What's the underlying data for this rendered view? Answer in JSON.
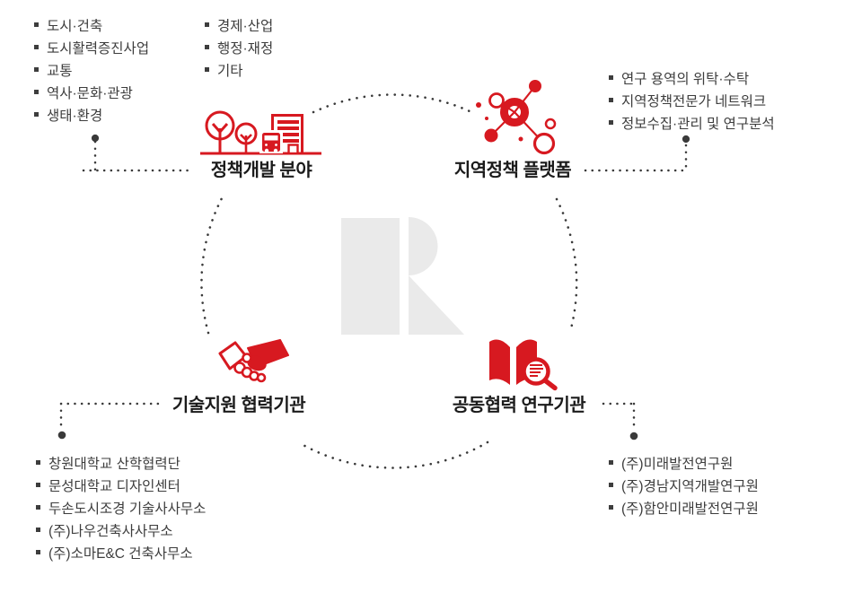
{
  "colors": {
    "accent_red": "#d71920",
    "watermark_gray": "#eaeaea",
    "list_text": "#3d3d3d",
    "heading_text": "#1b1b1b",
    "dotted_line": "#3a3a3a"
  },
  "watermark_letter": "R",
  "nodes": [
    {
      "label": "정책개발 분야",
      "icon": "trees-bus-building-icon",
      "items_col1": [
        "도시·건축",
        "도시활력증진사업",
        "교통",
        "역사·문화·관광",
        "생태·환경"
      ],
      "items_col2": [
        "경제·산업",
        "행정·재정",
        "기타"
      ]
    },
    {
      "label": "지역정책 플랫폼",
      "icon": "network-nodes-icon",
      "items": [
        "연구 용역의 위탁·수탁",
        "지역정책전문가 네트워크",
        "정보수집·관리 및 연구분석"
      ]
    },
    {
      "label": "기술지원 협력기관",
      "icon": "handshake-icon",
      "items": [
        "창원대학교 산학협력단",
        "문성대학교 디자인센터",
        "두손도시조경 기술사사무소",
        "(주)나우건축사사무소",
        "(주)소마E&C 건축사무소"
      ]
    },
    {
      "label": "공동협력 연구기관",
      "icon": "book-magnifier-icon",
      "items": [
        "(주)미래발전연구원",
        "(주)경남지역개발연구원",
        "(주)함안미래발전연구원"
      ]
    }
  ]
}
